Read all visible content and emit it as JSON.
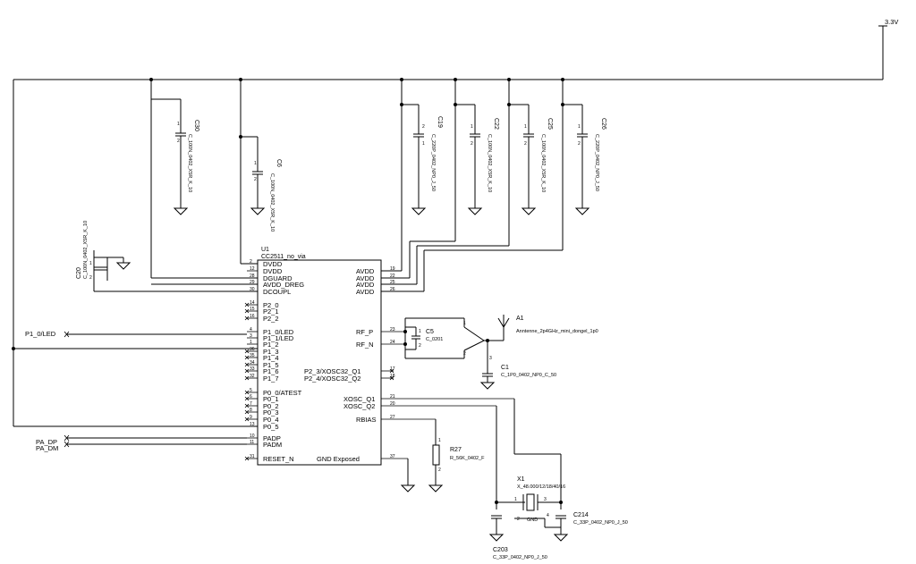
{
  "power": {
    "rail": "3.3V"
  },
  "ic": {
    "refdes": "U1",
    "part": "CC2511_no_via",
    "left_pins": [
      {
        "num": "2",
        "name": "DVDD"
      },
      {
        "num": "12",
        "name": "DVDD"
      },
      {
        "num": "28",
        "name": "DGUARD"
      },
      {
        "num": "29",
        "name": "AVDD_DREG"
      },
      {
        "num": "30",
        "name": "DCOUPL"
      },
      {
        "num": "14",
        "name": "P2_0"
      },
      {
        "num": "15",
        "name": "P2_1"
      },
      {
        "num": "16",
        "name": "P2_2"
      },
      {
        "num": "4",
        "name": "P1_0/LED"
      },
      {
        "num": "3",
        "name": "P1_1/LED"
      },
      {
        "num": "1",
        "name": "P1_2"
      },
      {
        "num": "36",
        "name": "P1_3"
      },
      {
        "num": "35",
        "name": "P1_4"
      },
      {
        "num": "34",
        "name": "P1_5"
      },
      {
        "num": "33",
        "name": "P1_6"
      },
      {
        "num": "32",
        "name": "P1_7"
      },
      {
        "num": "5",
        "name": "P0_0/ATEST"
      },
      {
        "num": "6",
        "name": "P0_1"
      },
      {
        "num": "7",
        "name": "P0_2"
      },
      {
        "num": "8",
        "name": "P0_3"
      },
      {
        "num": "9",
        "name": "P0_4"
      },
      {
        "num": "13",
        "name": "P0_5"
      },
      {
        "num": "10",
        "name": "PADP"
      },
      {
        "num": "11",
        "name": "PADM"
      },
      {
        "num": "31",
        "name": "RESET_N"
      }
    ],
    "right_pins": [
      {
        "num": "19",
        "name": "AVDD"
      },
      {
        "num": "22",
        "name": "AVDD"
      },
      {
        "num": "25",
        "name": "AVDD"
      },
      {
        "num": "26",
        "name": "AVDD"
      },
      {
        "num": "23",
        "name": "RF_P"
      },
      {
        "num": "24",
        "name": "RF_N"
      },
      {
        "num": "17",
        "name": "P2_3/XOSC32_Q1"
      },
      {
        "num": "18",
        "name": "P2_4/XOSC32_Q2"
      },
      {
        "num": "21",
        "name": "XOSC_Q1"
      },
      {
        "num": "20",
        "name": "XOSC_Q2"
      },
      {
        "num": "27",
        "name": "RBIAS"
      },
      {
        "num": "37",
        "name": "GND Exposed"
      }
    ]
  },
  "nets": {
    "p1_0_led": "P1_0/LED",
    "pa_dp": "PA_DP",
    "pa_dm": "PA_DM"
  },
  "components": {
    "c30": {
      "ref": "C30",
      "value": "C_100N_0402_X5R_K_10"
    },
    "c6": {
      "ref": "C6",
      "value": "C_100N_0402_X5R_K_10"
    },
    "c19": {
      "ref": "C19",
      "value": "C_220P_0402_NP0_J_50"
    },
    "c22": {
      "ref": "C22",
      "value": "C_100N_0402_X5R_K_10"
    },
    "c25": {
      "ref": "C25",
      "value": "C_100N_0402_X5R_K_10"
    },
    "c26": {
      "ref": "C26",
      "value": "C_220P_0402_NP0_J_50"
    },
    "c20": {
      "ref": "C20",
      "value": "C_100N_0402_X5R_K_10"
    },
    "c5": {
      "ref": "C5",
      "value": "C_0201"
    },
    "a1": {
      "ref": "A1",
      "value": "Anntenne_2p4GHz_mini_dongel_1p0"
    },
    "c1": {
      "ref": "C1",
      "value": "C_1P0_0402_NP0_C_50"
    },
    "r27": {
      "ref": "R27",
      "value": "R_56K_0402_F"
    },
    "x1": {
      "ref": "X1",
      "value": "X_48.000/12/18/40/16",
      "gnd": "GND"
    },
    "c214": {
      "ref": "C214",
      "value": "C_33P_0402_NP0_J_50"
    },
    "c203": {
      "ref": "C203",
      "value": "C_33P_0402_NP0_J_50"
    }
  }
}
